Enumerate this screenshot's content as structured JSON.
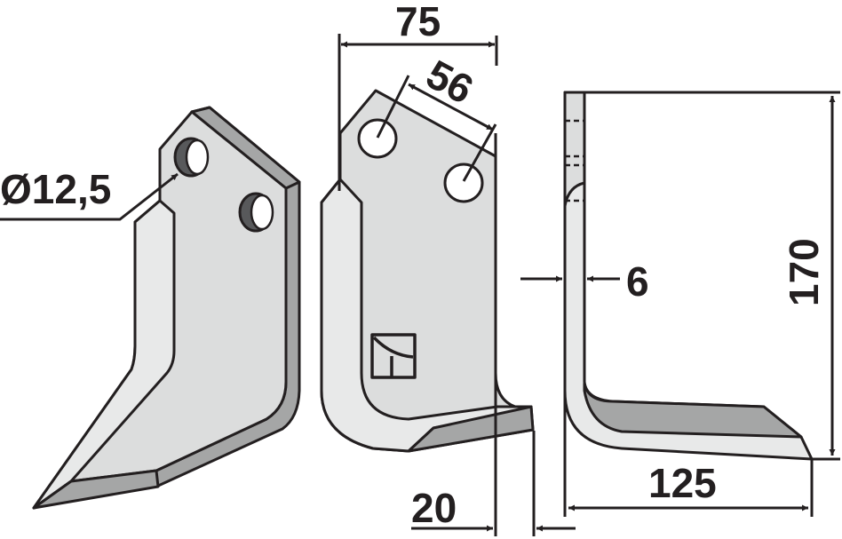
{
  "drawing": {
    "subject": "Tiller blade technical drawing",
    "views": [
      "perspective-view",
      "front-view",
      "side-view"
    ],
    "colors": {
      "outline": "#231f20",
      "face_light": "#dcdddd",
      "face_lighter": "#e8e9e9",
      "edge_dark": "#a5a6a6",
      "hole_shadow": "#58595b",
      "background": "#ffffff"
    }
  },
  "dimensions": {
    "hole_diameter": "Ø12,5",
    "width_top": "75",
    "hole_spacing": "56",
    "offset_bottom": "20",
    "thickness": "6",
    "height": "170",
    "length_bottom": "125"
  },
  "markers": {
    "maker_symbol": "square-logo-icon"
  }
}
